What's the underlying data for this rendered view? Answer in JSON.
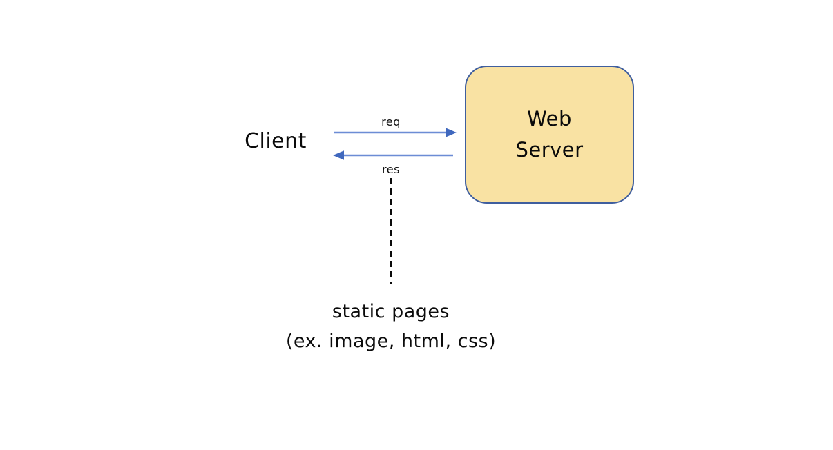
{
  "diagram": {
    "title": "client-web-server-request-response",
    "client": {
      "label": "Client"
    },
    "server": {
      "lines": [
        "Web",
        "Server"
      ]
    },
    "edges": {
      "request_label": "req",
      "response_label": "res"
    },
    "output_caption": {
      "line1": "static pages",
      "line2": "(ex. image, html, css)"
    }
  },
  "colors": {
    "server-fill": "#F9E2A3",
    "server-border": "#3F5E9E",
    "arrow-line": "#6C8CD5",
    "arrow-head": "#4068BE",
    "ink": "#0B0B0B",
    "canvas-bg": "#FFFFFF"
  }
}
